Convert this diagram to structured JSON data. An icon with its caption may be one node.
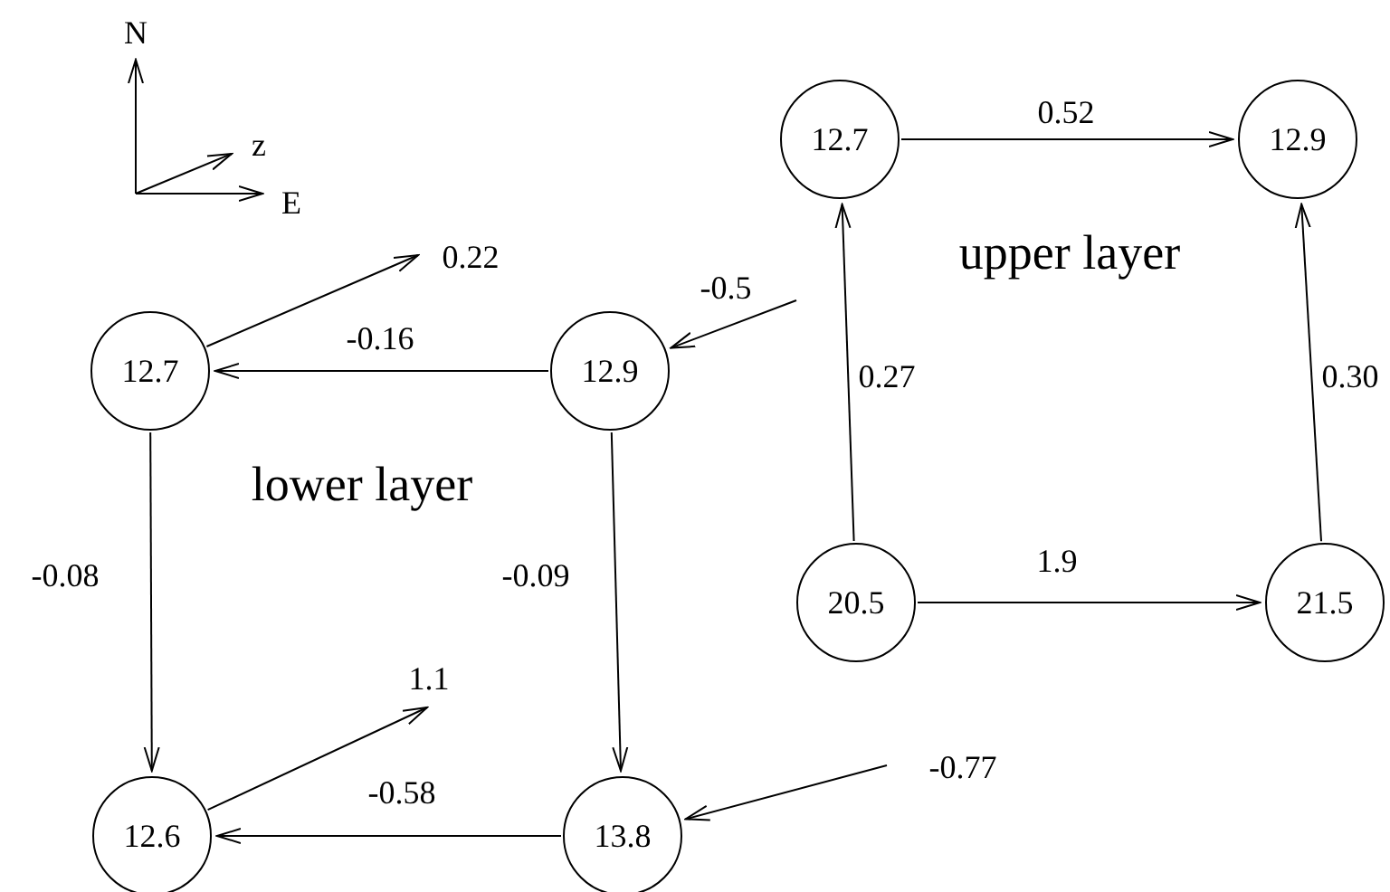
{
  "diagram": {
    "nodes": [
      {
        "text": [
          "12.7"
        ]
      },
      {
        "text": [
          "12.9"
        ]
      },
      {
        "text": [
          "12.7"
        ]
      },
      {
        "text": [
          "12.9"
        ]
      },
      {
        "text": [
          "20.5"
        ]
      },
      {
        "text": [
          "21.5"
        ]
      },
      {
        "text": [
          "12.6"
        ]
      },
      {
        "text": [
          "13.8"
        ]
      }
    ],
    "edges": [
      {
        "from": 0,
        "to": 1,
        "arrow": "to",
        "label": "0.52"
      },
      {
        "from": 4,
        "to": 0,
        "arrow": "to",
        "label": "0.27"
      },
      {
        "from": 5,
        "to": 1,
        "arrow": "to",
        "label": "0.30"
      },
      {
        "from": 4,
        "to": 5,
        "arrow": "to",
        "label": "1.9"
      },
      {
        "from": null,
        "to": 3,
        "arrow": "to",
        "label": "-0.5"
      },
      {
        "from": 3,
        "to": 2,
        "arrow": "to",
        "label": "-0.16"
      },
      {
        "from": 2,
        "to": null,
        "arrow": "to",
        "label": "0.22"
      },
      {
        "from": 2,
        "to": 6,
        "arrow": "to",
        "label": "-0.08"
      },
      {
        "from": 3,
        "to": 7,
        "arrow": "to",
        "label": "-0.09"
      },
      {
        "from": 7,
        "to": 6,
        "arrow": "to",
        "label": "-0.58"
      },
      {
        "from": 6,
        "to": null,
        "arrow": "to",
        "label": "1.1"
      },
      {
        "from": null,
        "to": 7,
        "arrow": "to",
        "label": "-0.77"
      }
    ],
    "labels": [
      "N",
      "z",
      "E",
      "upper layer",
      "lower layer"
    ]
  }
}
